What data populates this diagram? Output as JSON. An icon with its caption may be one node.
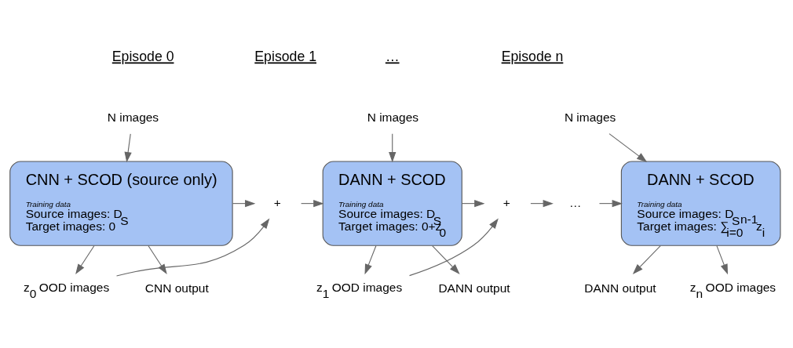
{
  "diagram": {
    "nodes": [
      {
        "text": [
          "N images"
        ]
      },
      {
        "text": [
          "CNN + SCOD (source only)",
          "Training data",
          "Source images: D$_{S}$",
          "Target images: 0"
        ]
      },
      {
        "text": [
          "CNN output"
        ]
      },
      {
        "text": [
          "z$_{0}$ OOD images"
        ]
      },
      {
        "text": [
          "+"
        ]
      },
      {
        "text": [
          "N images"
        ]
      },
      {
        "text": [
          "DANN + SCOD",
          "Training data",
          "Source images: D$_{S}$",
          "Target images: 0+z$_{0}$"
        ]
      },
      {
        "text": [
          "DANN output"
        ]
      },
      {
        "text": [
          "z$_{1}$ OOD images"
        ]
      },
      {
        "text": [
          "+"
        ]
      },
      {
        "text": [
          "…"
        ]
      },
      {
        "text": [
          "N images"
        ]
      },
      {
        "text": [
          "DANN + SCOD",
          "Training data",
          "Source images: D$_{S}$",
          "Target images: ∑$_{i=0}$$^{n-1}$z$_{i}$"
        ]
      },
      {
        "text": [
          "DANN output"
        ]
      },
      {
        "text": [
          "z$_{n}$ OOD images"
        ]
      }
    ],
    "edges": [
      {
        "from": 0,
        "to": 1,
        "arrow": "to"
      },
      {
        "from": 1,
        "to": 2,
        "arrow": "to"
      },
      {
        "from": 1,
        "to": 3,
        "arrow": "to"
      },
      {
        "from": 1,
        "to": 4,
        "arrow": "to"
      },
      {
        "from": 3,
        "to": 4,
        "arrow": "to"
      },
      {
        "from": 4,
        "to": 6,
        "arrow": "to"
      },
      {
        "from": 5,
        "to": 6,
        "arrow": "to"
      },
      {
        "from": 6,
        "to": 7,
        "arrow": "to"
      },
      {
        "from": 6,
        "to": 8,
        "arrow": "to"
      },
      {
        "from": 6,
        "to": 9,
        "arrow": "to"
      },
      {
        "from": 8,
        "to": 9,
        "arrow": "to"
      },
      {
        "from": 9,
        "to": 10,
        "arrow": "to"
      },
      {
        "from": 10,
        "to": 12,
        "arrow": "to"
      },
      {
        "from": 11,
        "to": 12,
        "arrow": "to"
      },
      {
        "from": 12,
        "to": 13,
        "arrow": "to"
      },
      {
        "from": 12,
        "to": 14,
        "arrow": "to"
      }
    ],
    "labels": [
      "Episode 0",
      "Episode 1",
      "…",
      "Episode n"
    ]
  }
}
